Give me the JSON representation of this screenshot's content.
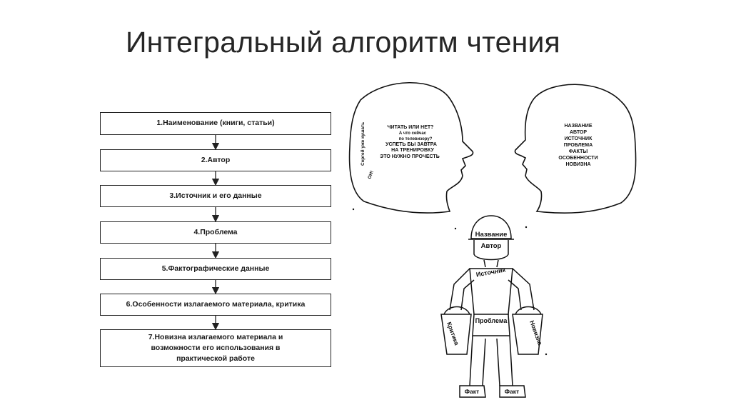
{
  "title": "Интегральный алгоритм чтения",
  "steps": [
    "1.Наименование (книги, статьи)",
    "2.Автор",
    "3.Источник и его данные",
    "4.Проблема",
    "5.Фактографические данные",
    "6.Особенности излагаемого материала, критика",
    "7.Новизна излагаемого материала и возможности его использования в практической работе"
  ],
  "left_head": {
    "side_text": "Сергей уже кушать",
    "side_text2": "ОН!",
    "lines": [
      "ЧИТАТЬ ИЛИ НЕТ?",
      "А что сейчас",
      "по телевизору?",
      "УСПЕТЬ БЫ ЗАВТРА",
      "НА ТРЕНИРОВКУ",
      "ЭТО НУЖНО ПРОЧЕСТЬ"
    ]
  },
  "right_head": {
    "lines": [
      "НАЗВАНИЕ",
      "АВТОР",
      "ИСТОЧНИК",
      "ПРОБЛЕМА",
      "ФАКТЫ",
      "ОСОБЕННОСТИ",
      "НОВИЗНА"
    ]
  },
  "figure": {
    "helmet": "Название",
    "face": "Автор",
    "chest": "Источник",
    "waist": "Проблема",
    "left_bucket": "Критика",
    "right_bucket": "Новизна",
    "left_foot": "Факт",
    "right_foot": "Факт"
  }
}
